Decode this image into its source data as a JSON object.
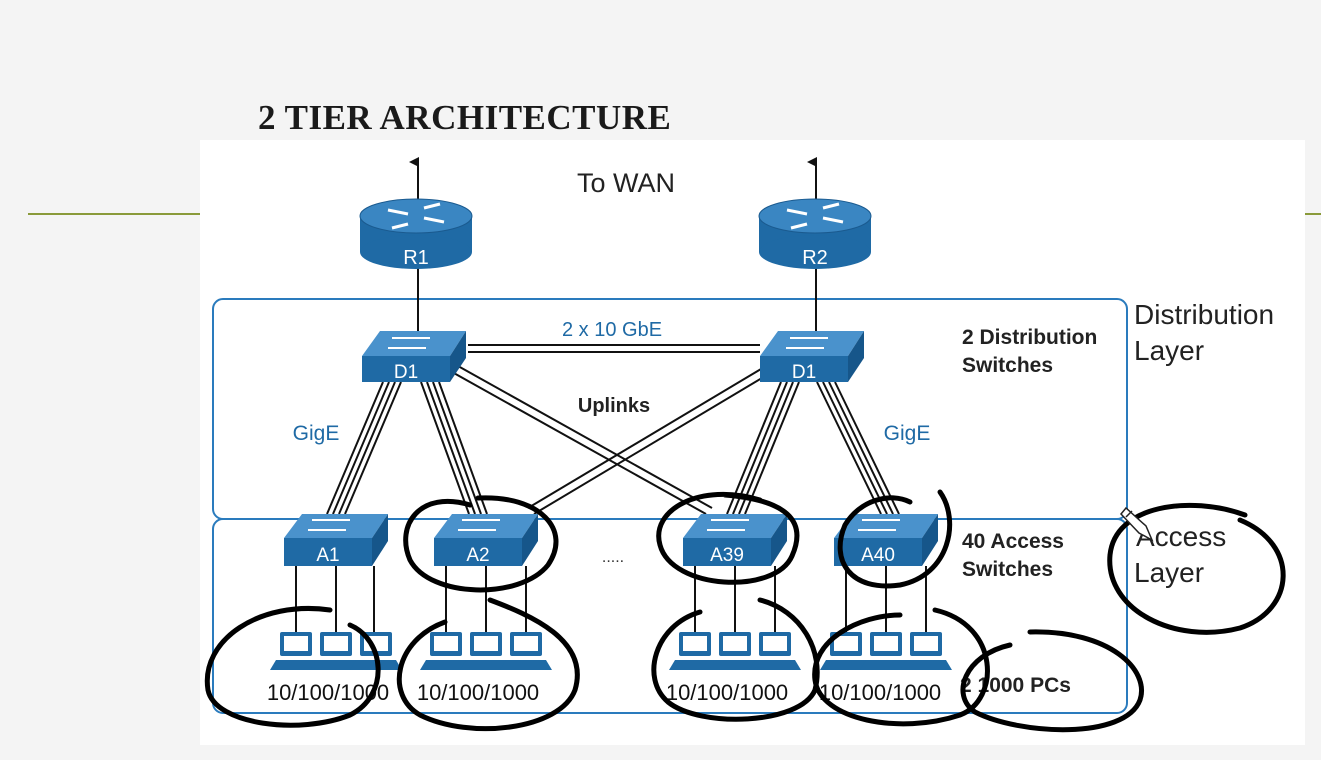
{
  "slide": {
    "title": "2 TIER ARCHITECTURE"
  },
  "diagram": {
    "wan_label": "To WAN",
    "routers": [
      {
        "label": "R1"
      },
      {
        "label": "R2"
      }
    ],
    "distribution_switches": [
      {
        "label": "D1"
      },
      {
        "label": "D1"
      }
    ],
    "interlink_label": "2 x 10 GbE",
    "uplinks_label": "Uplinks",
    "gige_labels": [
      "GigE",
      "GigE"
    ],
    "distribution_desc": [
      "2 Distribution",
      "Switches"
    ],
    "distribution_layer": [
      "Distribution",
      "Layer"
    ],
    "access_switches": [
      {
        "label": "A1"
      },
      {
        "label": "A2"
      },
      {
        "label": "A39"
      },
      {
        "label": "A40"
      }
    ],
    "ellipsis": ".....",
    "access_desc": [
      "40 Access",
      "Switches"
    ],
    "access_layer": [
      "Access",
      "Layer"
    ],
    "pc_speed_labels": [
      "10/100/1000",
      "10/100/1000",
      "10/100/1000",
      "10/100/1000"
    ],
    "pcs_label": "2 1000 PCs"
  },
  "colors": {
    "cisco_blue": "#1f6aa5",
    "box_border": "#2a7bbd",
    "ink": "#111111",
    "rule": "#8a9a3a"
  }
}
